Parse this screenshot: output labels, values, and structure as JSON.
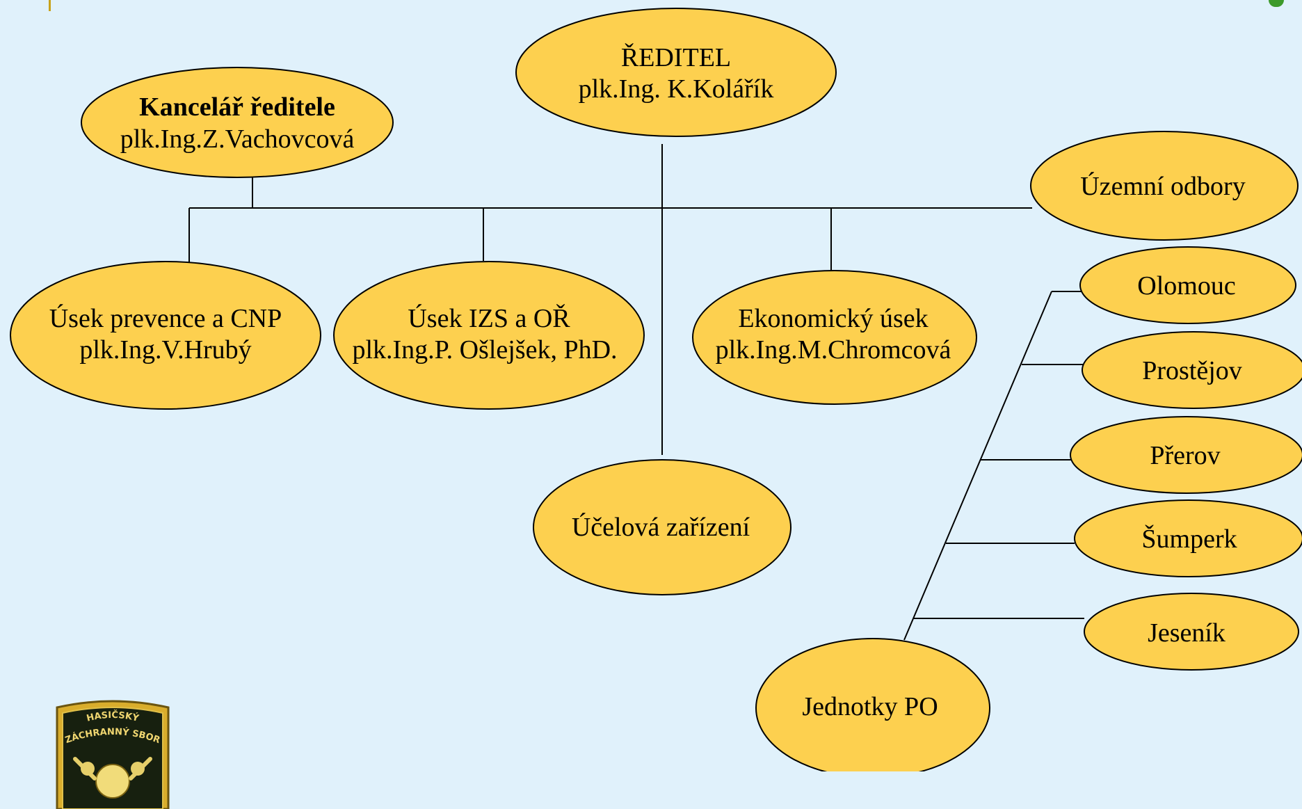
{
  "colors": {
    "background": "#e0f1fb",
    "node_fill": "#fdd04f",
    "node_stroke": "#000000",
    "connector": "#000000"
  },
  "nodes": {
    "reditel": {
      "title": "ŘEDITEL",
      "name": "plk.Ing. K.Kolářík"
    },
    "kancelar": {
      "title": "Kancelář ředitele",
      "name": "plk.Ing.Z.Vachovcová"
    },
    "uzemni_odbory": {
      "title": "Územní odbory"
    },
    "usek_prevence": {
      "title": "Úsek prevence a CNP",
      "name": "plk.Ing.V.Hrubý"
    },
    "usek_izs": {
      "title": "Úsek IZS a OŘ",
      "name": "plk.Ing.P. Ošlejšek, PhD."
    },
    "ekonomicky": {
      "title": "Ekonomický úsek",
      "name": "plk.Ing.M.Chromcová"
    },
    "ucelova": {
      "title": "Účelová zařízení"
    },
    "jednotky_po": {
      "title": "Jednotky PO"
    },
    "olomouc": {
      "title": "Olomouc"
    },
    "prostejov": {
      "title": "Prostějov"
    },
    "prerov": {
      "title": "Přerov"
    },
    "sumperk": {
      "title": "Šumperk"
    },
    "jesenik": {
      "title": "Jeseník"
    }
  },
  "logo": {
    "line1": "HASIČSKÝ",
    "line2": "ZÁCHRANNÝ SBOR"
  }
}
